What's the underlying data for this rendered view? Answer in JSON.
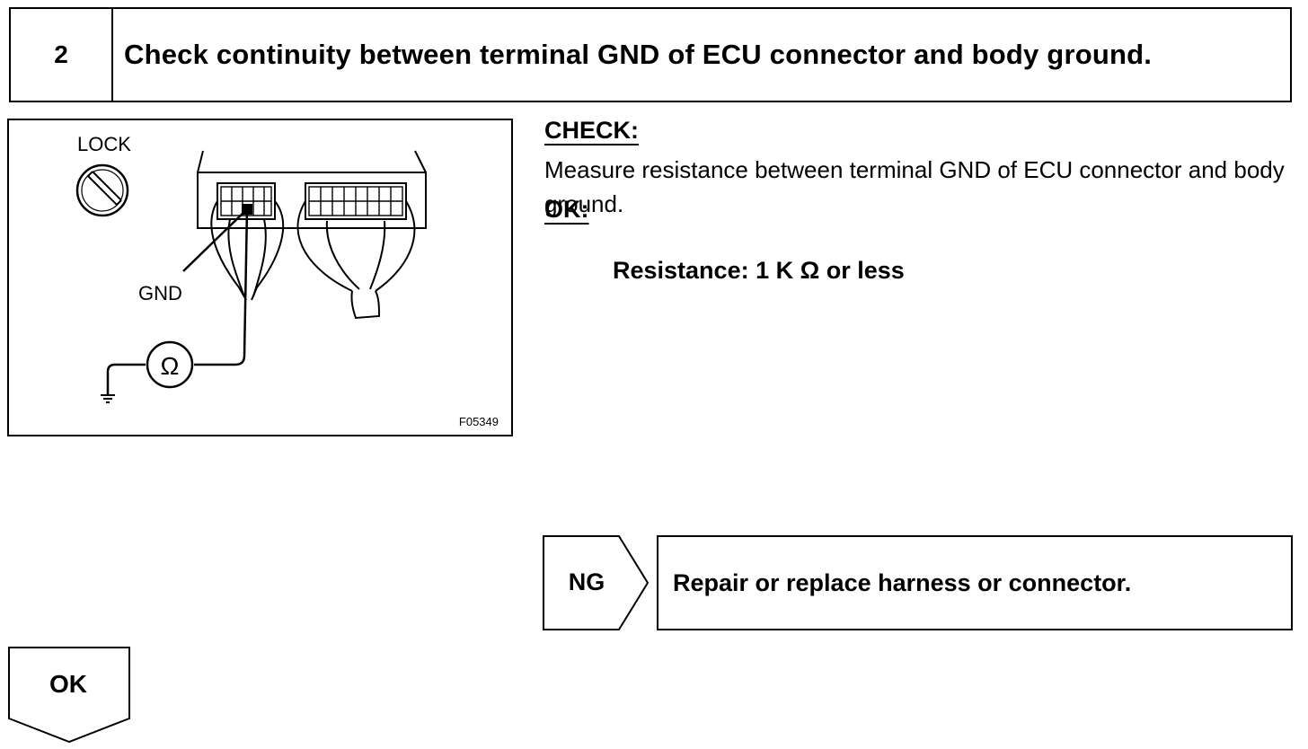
{
  "step": {
    "number": "2",
    "title": "Check continuity between terminal GND of ECU connector and body ground."
  },
  "figure": {
    "lock_label": "LOCK",
    "gnd_label": "GND",
    "meter_symbol": "Ω",
    "figure_id": "F05349"
  },
  "check": {
    "heading": "CHECK:",
    "text": "Measure resistance between terminal GND of ECU connector and body ground."
  },
  "ok_spec": {
    "heading": "OK:",
    "spec": "Resistance: 1 K Ω or less"
  },
  "ng_branch": {
    "label": "NG",
    "action": "Repair or replace harness or connector."
  },
  "ok_branch": {
    "label": "OK"
  }
}
